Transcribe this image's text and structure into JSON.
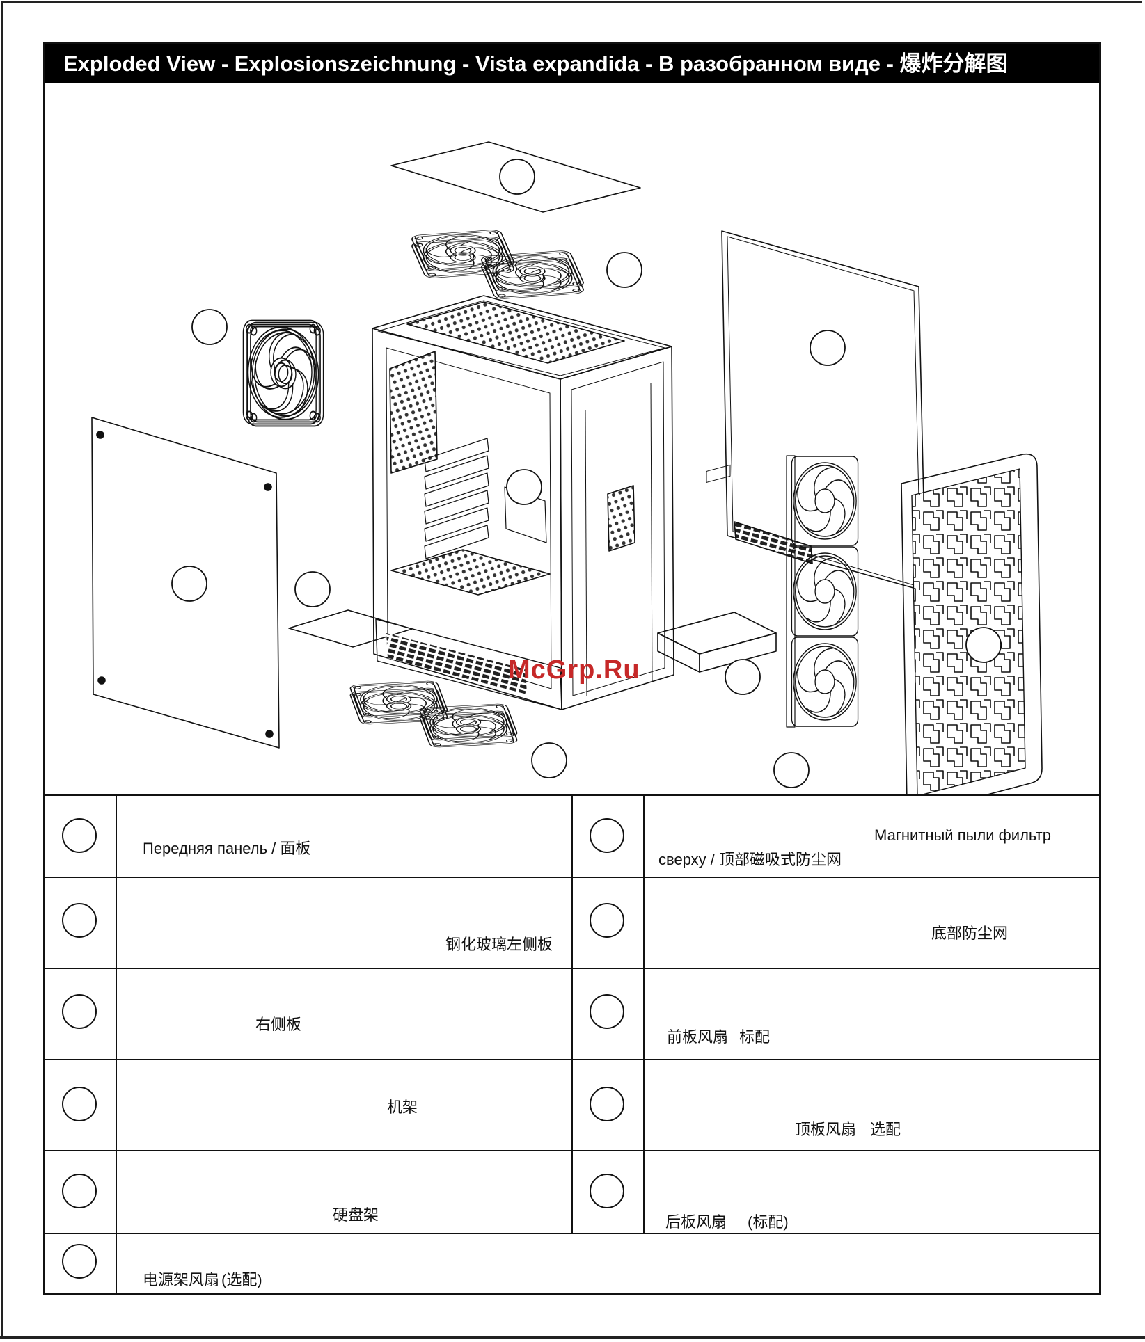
{
  "title": "Exploded View - Explosionszeichnung - Vista expandida - В разобранном виде - 爆炸分解图",
  "watermark": "McGrp.Ru",
  "legend": {
    "left": [
      {
        "label": "Передняя панель / 面板"
      },
      {
        "label": "钢化玻璃左侧板"
      },
      {
        "label": "右侧板"
      },
      {
        "label": "机架"
      },
      {
        "label": "硬盘架"
      },
      {
        "label_a": "电源架风扇",
        "label_b": "(选配)"
      }
    ],
    "right": [
      {
        "label_a": "Магнитный пыли фильтр",
        "label_b": "сверху / 顶部磁吸式防尘网"
      },
      {
        "label": "底部防尘网"
      },
      {
        "label_a": "前板风扇",
        "label_b": "标配"
      },
      {
        "label_a": "顶板风扇",
        "label_b": "选配"
      },
      {
        "label_a": "后板风扇",
        "label_b": "(标配)"
      }
    ]
  },
  "icons": [
    "part-callout-circle-icon",
    "fan-icon",
    "dust-filter-icon",
    "side-panel-icon",
    "chassis-icon",
    "hdd-cage-icon",
    "front-panel-icon"
  ]
}
